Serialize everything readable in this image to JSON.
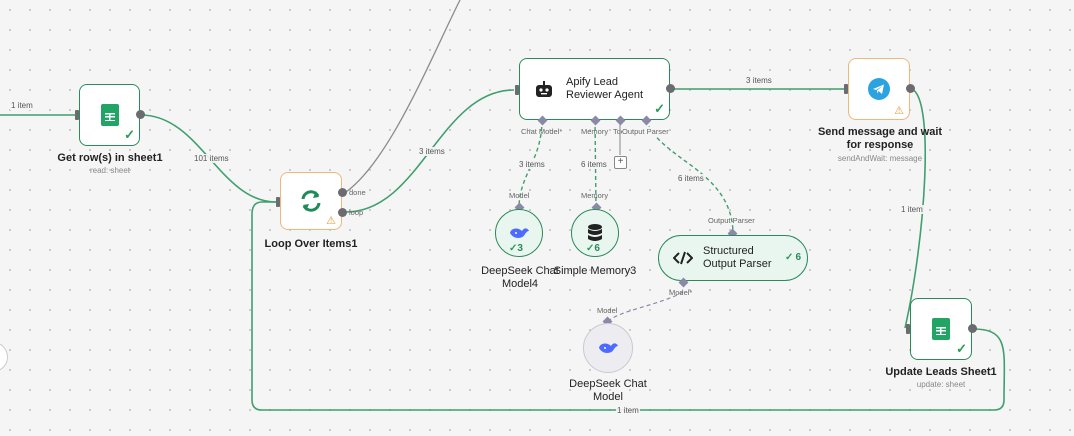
{
  "nodes": {
    "get_rows": {
      "title": "Get row(s) in sheet1",
      "subtitle": "read: sheet",
      "icon": "google-sheets-icon"
    },
    "loop": {
      "title": "Loop Over Items1",
      "port_done": "done",
      "port_loop": "loop",
      "icon": "refresh-icon"
    },
    "agent": {
      "title_line1": "Apify Lead",
      "title_line2": "Reviewer Agent",
      "icon": "robot-icon",
      "port_chat_model": "Chat Model*",
      "port_memory": "Memory",
      "port_tool": "Tool",
      "port_output_parser": "Output Parser"
    },
    "send_message": {
      "title_line1": "Send message and wait",
      "title_line2": "for response",
      "subtitle": "sendAndWait: message",
      "icon": "telegram-icon"
    },
    "deepseek4": {
      "title_line1": "DeepSeek Chat",
      "title_line2": "Model4",
      "count": "3",
      "port_label": "Model",
      "icon": "deepseek-icon"
    },
    "memory3": {
      "title": "Simple Memory3",
      "count": "6",
      "port_label": "Memory",
      "icon": "database-icon"
    },
    "parser": {
      "title_line1": "Structured",
      "title_line2": "Output Parser",
      "count": "6",
      "port_label": "Output Parser",
      "port_model": "Model*",
      "icon": "code-icon"
    },
    "deepseek": {
      "title_line1": "DeepSeek Chat",
      "title_line2": "Model",
      "port_label": "Model",
      "icon": "deepseek-icon"
    },
    "update_leads": {
      "title": "Update Leads Sheet1",
      "subtitle": "update: sheet",
      "icon": "google-sheets-icon"
    }
  },
  "edges": {
    "in_get_rows": "1 item",
    "get_rows_to_loop": "101 items",
    "loop_to_agent": "3 items",
    "agent_to_send": "3 items",
    "deepseek4_link": "3 items",
    "memory_link": "6 items",
    "parser_link": "6 items",
    "send_to_update": "1 item",
    "update_to_loop": "1 item"
  },
  "colors": {
    "success": "#2a8a5a",
    "warning": "#f0b67a",
    "wire": "#3f9f6f",
    "sheets": "#21a464",
    "telegram": "#2aa3e0",
    "deepseek": "#4d6bfe"
  }
}
